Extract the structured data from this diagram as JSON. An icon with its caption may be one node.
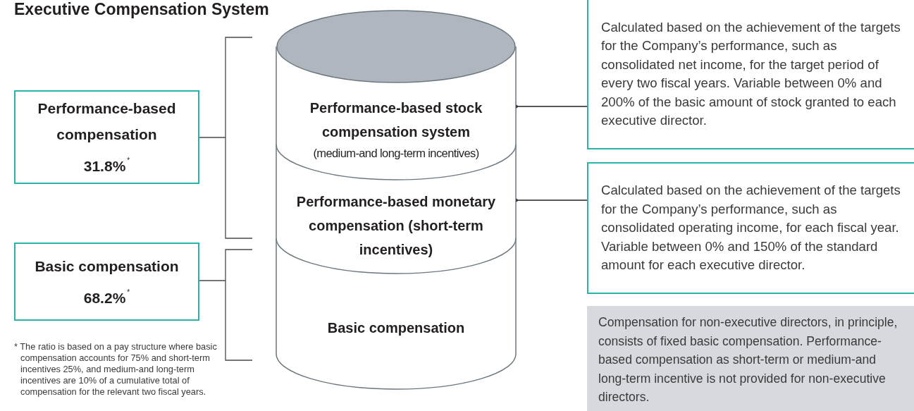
{
  "diagram": {
    "title": "Executive Compensation System",
    "nodes": [
      {
        "text": [
          "Performance-based compensation",
          "31.8%$^{*}$"
        ]
      },
      {
        "text": [
          "Basic compensation",
          "68.2%$^{*}$"
        ]
      },
      {
        "text": [
          "Performance-based stock compensation system",
          "(medium-and long-term incentives)"
        ]
      },
      {
        "text": [
          "Performance-based monetary compensation (short-term incentives)"
        ]
      },
      {
        "text": [
          "Basic compensation"
        ]
      },
      {
        "text": [
          "Calculated based on the achievement of the targets for the Company’s performance, such as consolidated net income, for the target period of every two fiscal years. Variable between 0% and 200% of the basic amount of stock granted to each executive director."
        ]
      },
      {
        "text": [
          "Calculated based on the achievement of the targets for the Company’s performance, such as consolidated operating income, for each fiscal year. Variable between 0% and 150% of the standard amount for each executive director."
        ]
      },
      {
        "text": [
          "Compensation for non-executive directors, in principle, consists of fixed basic compensation. Performance-based compensation as short-term or medium-and long-term incentive is not provided for non-executive directors."
        ]
      }
    ],
    "edges": [
      {
        "from": 2,
        "to": 5,
        "arrow": "other"
      },
      {
        "from": 3,
        "to": 6,
        "arrow": "other"
      }
    ],
    "labels": [
      "* The ratio is based on a pay structure where basic compensation accounts for 75% and short-term incentives 25%, and medium-and long-term incentives are 10% of a cumulative total of compensation for the relevant two fiscal years."
    ]
  }
}
